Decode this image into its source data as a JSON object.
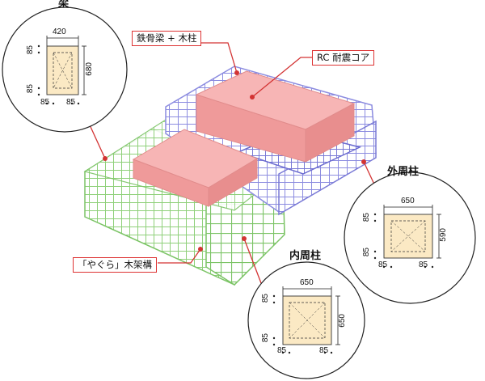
{
  "labels": {
    "beam_title": "梁",
    "outer_col_title": "外周柱",
    "inner_col_title": "内周柱",
    "steel": "鉄骨梁 + 木柱",
    "rc": "RC 耐震コア",
    "yagura": "「やぐら」木架構"
  },
  "beam": {
    "width": "420",
    "height": "680",
    "top_cover": "85",
    "bottom_cover": "85",
    "left_cover": "85",
    "right_cover": "85"
  },
  "outer_col": {
    "width": "650",
    "height": "590",
    "top_cover": "85",
    "bottom_cover": "85",
    "left_cover": "85",
    "right_cover": "85"
  },
  "inner_col": {
    "width": "650",
    "height": "650",
    "top_cover": "85",
    "bottom_cover": "85",
    "left_cover": "85",
    "right_cover": "85"
  },
  "colors": {
    "green_frame": "#8fd07a",
    "blue_frame": "#8c8ce0",
    "rc_core": "#f2a0a0",
    "section_fill": "#fbe9c4",
    "callout": "#d33333"
  }
}
